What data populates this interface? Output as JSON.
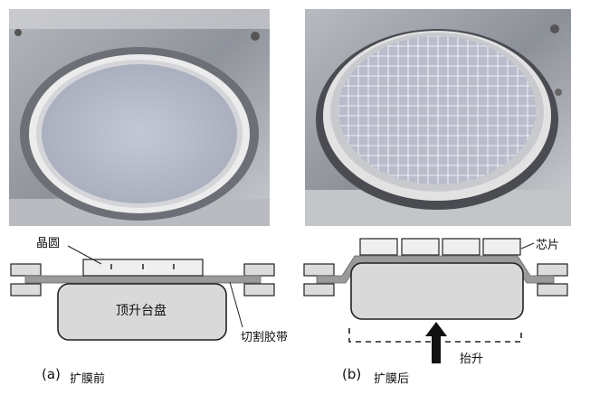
{
  "panel_a": {
    "letter": "(a)",
    "caption": "扩膜前",
    "labels": {
      "wafer": "晶圆",
      "platform": "顶升台盘",
      "tape": "切割胶带"
    }
  },
  "panel_b": {
    "letter": "(b)",
    "caption": "扩膜后",
    "labels": {
      "chip": "芯片",
      "lift": "抬升"
    }
  },
  "colors": {
    "tape": "#9a9a9a",
    "platform": "#d9d9d9",
    "outline": "#222222",
    "photo_bg": "#8c9099",
    "wafer_surface": "#c2c6d4",
    "frame_ring": "#e6e6e6"
  }
}
